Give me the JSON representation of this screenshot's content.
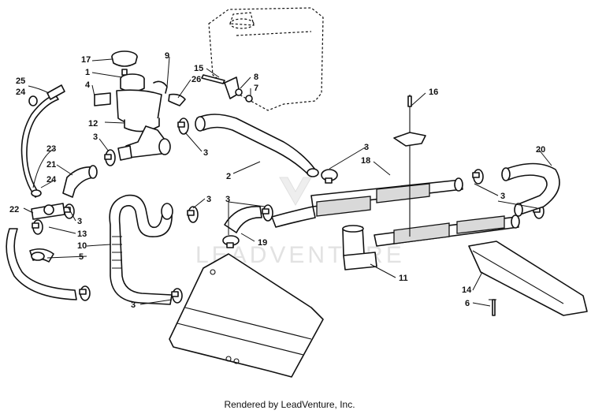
{
  "diagram": {
    "watermark": "LEADVENTURE",
    "footer": "Rendered by LeadVenture, Inc.",
    "callouts": [
      "17",
      "1",
      "4",
      "9",
      "15",
      "26",
      "8",
      "7",
      "16",
      "25",
      "24",
      "12",
      "3",
      "3",
      "2",
      "3",
      "18",
      "20",
      "23",
      "21",
      "24",
      "3",
      "22",
      "3",
      "3",
      "13",
      "3",
      "10",
      "19",
      "5",
      "3",
      "11",
      "14",
      "6"
    ]
  }
}
